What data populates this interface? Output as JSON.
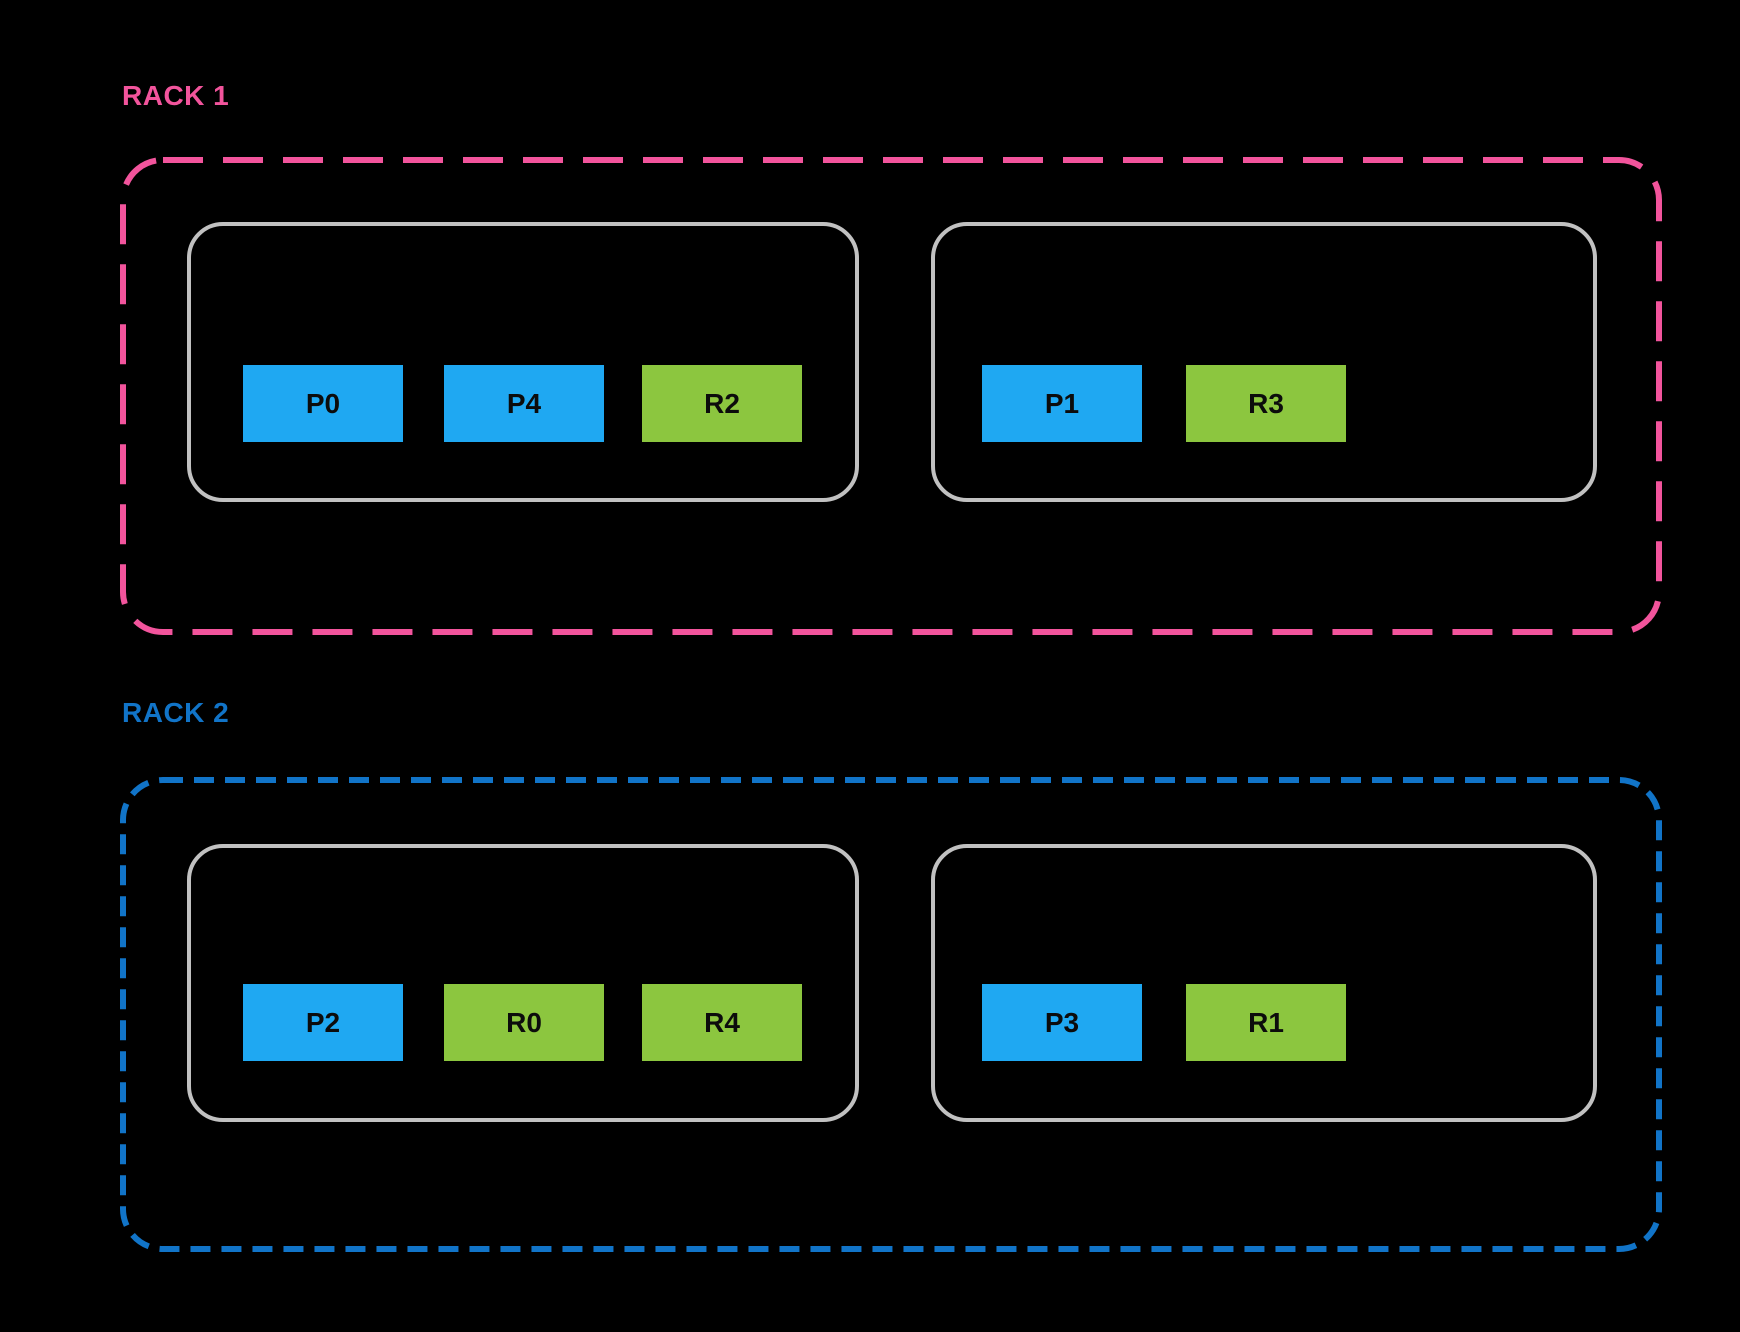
{
  "colors": {
    "background": "#000000",
    "rack1_accent": "#F2549C",
    "rack2_accent": "#1174C8",
    "process_blue": "#1FA8F2",
    "replica_green": "#8CC63F",
    "node_border": "#C1C1C1",
    "slot_text": "#0C0C0C"
  },
  "racks": [
    {
      "label": "RACK 1",
      "accent": "#F2549C",
      "nodes": [
        {
          "slots": [
            {
              "label": "P0",
              "color": "blue"
            },
            {
              "label": "P4",
              "color": "blue"
            },
            {
              "label": "R2",
              "color": "green"
            }
          ]
        },
        {
          "slots": [
            {
              "label": "P1",
              "color": "blue"
            },
            {
              "label": "R3",
              "color": "green"
            }
          ]
        }
      ]
    },
    {
      "label": "RACK 2",
      "accent": "#1174C8",
      "nodes": [
        {
          "slots": [
            {
              "label": "P2",
              "color": "blue"
            },
            {
              "label": "R0",
              "color": "green"
            },
            {
              "label": "R4",
              "color": "green"
            }
          ]
        },
        {
          "slots": [
            {
              "label": "P3",
              "color": "blue"
            },
            {
              "label": "R1",
              "color": "green"
            }
          ]
        }
      ]
    }
  ]
}
